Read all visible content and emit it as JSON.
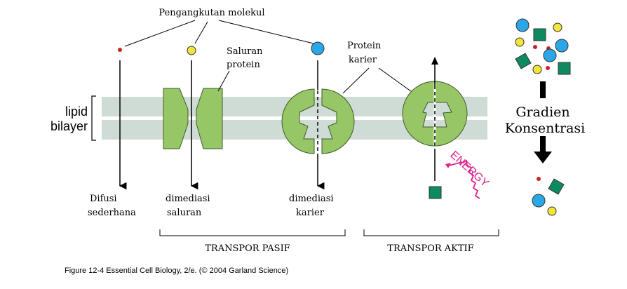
{
  "labels": {
    "transport_title": "Pengangkutan molekul",
    "channel_line1": "Saluran",
    "channel_line2": "protein",
    "carrier_line1": "Protein",
    "carrier_line2": "karier",
    "bilayer_line1": "lipid",
    "bilayer_line2": "bilayer",
    "simple_line1": "Difusi",
    "simple_line2": "sederhana",
    "channel_med_line1": "dimediasi",
    "channel_med_line2": "saluran",
    "carrier_med_line1": "dimediasi",
    "carrier_med_line2": "karier",
    "passive": "TRANSPOR PASIF",
    "active": "TRANSPOR AKTIF",
    "energy": "ENERGY",
    "gradient_line1": "Gradien",
    "gradient_line2": "Konsentrasi",
    "caption": "Figure 12-4  Essential Cell Biology, 2/e. (© 2004 Garland Science)"
  },
  "colors": {
    "membrane": "#cfdcd5",
    "protein": "#97c667",
    "protein_stroke": "#3f5a2a",
    "small_molecule": "#cc2222",
    "yellow_molecule": "#f3e53a",
    "blue_molecule": "#2aa7e6",
    "green_molecule": "#0e8a62",
    "energy": "#e0208c"
  }
}
